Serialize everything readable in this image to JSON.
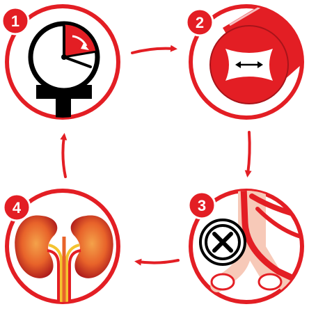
{
  "steps": [
    {
      "number": "1",
      "icon": "clock-timer-icon"
    },
    {
      "number": "2",
      "icon": "vessel-dilation-icon"
    },
    {
      "number": "3",
      "icon": "blocked-branch-vessel-icon"
    },
    {
      "number": "4",
      "icon": "kidneys-icon"
    }
  ],
  "colors": {
    "accent": "#e31e24",
    "dark_red": "#a8141a",
    "black": "#000000",
    "white": "#ffffff",
    "vessel_light": "#f7c9b8",
    "kidney_orange": "#e8632a",
    "kidney_yellow": "#f4c430"
  }
}
